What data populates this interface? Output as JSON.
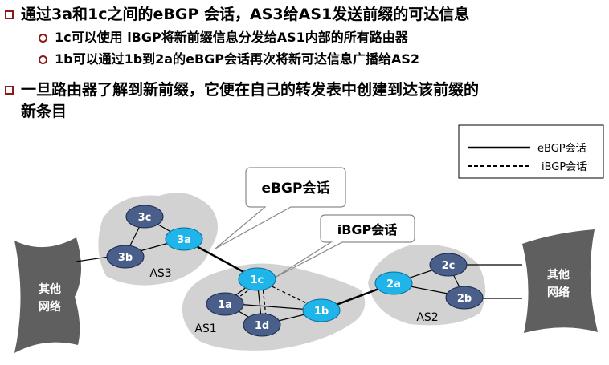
{
  "bullets": [
    {
      "level": 1,
      "text": "通过3a和1c之间的eBGP 会话，AS3给AS1发送前缀的可达信息"
    },
    {
      "level": 2,
      "text": "1c可以使用 iBGP将新前缀信息分发给AS1内部的所有路由器"
    },
    {
      "level": 2,
      "text": "1b可以通过1b到2a的eBGP会话再次将新可达信息广播给AS2"
    },
    {
      "level": 1,
      "text": "一旦路由器了解到新前缀，它便在自己的转发表中创建到达该前缀的"
    },
    {
      "level": 1,
      "text": "新条目"
    }
  ],
  "legend": {
    "ebgp_label": "eBGP会话",
    "ibgp_label": "iBGP会话"
  },
  "callouts": {
    "ebgp": "eBGP会话",
    "ibgp": "iBGP会话"
  },
  "as_labels": {
    "as3": "AS3",
    "as1": "AS1",
    "as2": "AS2"
  },
  "other_networks": {
    "left_line1": "其他",
    "left_line2": "网络",
    "right_line1": "其他",
    "right_line2": "网络"
  },
  "routers": {
    "r3c": "3c",
    "r3a": "3a",
    "r3b": "3b",
    "r1c": "1c",
    "r1a": "1a",
    "r1b": "1b",
    "r1d": "1d",
    "r2a": "2a",
    "r2c": "2c",
    "r2b": "2b"
  },
  "colors": {
    "bullet": "#8b1a1a",
    "router_dark": "#4a5e8a",
    "router_light": "#1fb4ea",
    "cloud_grey": "#d2d2d2",
    "network_dark": "#5f5f5f"
  }
}
